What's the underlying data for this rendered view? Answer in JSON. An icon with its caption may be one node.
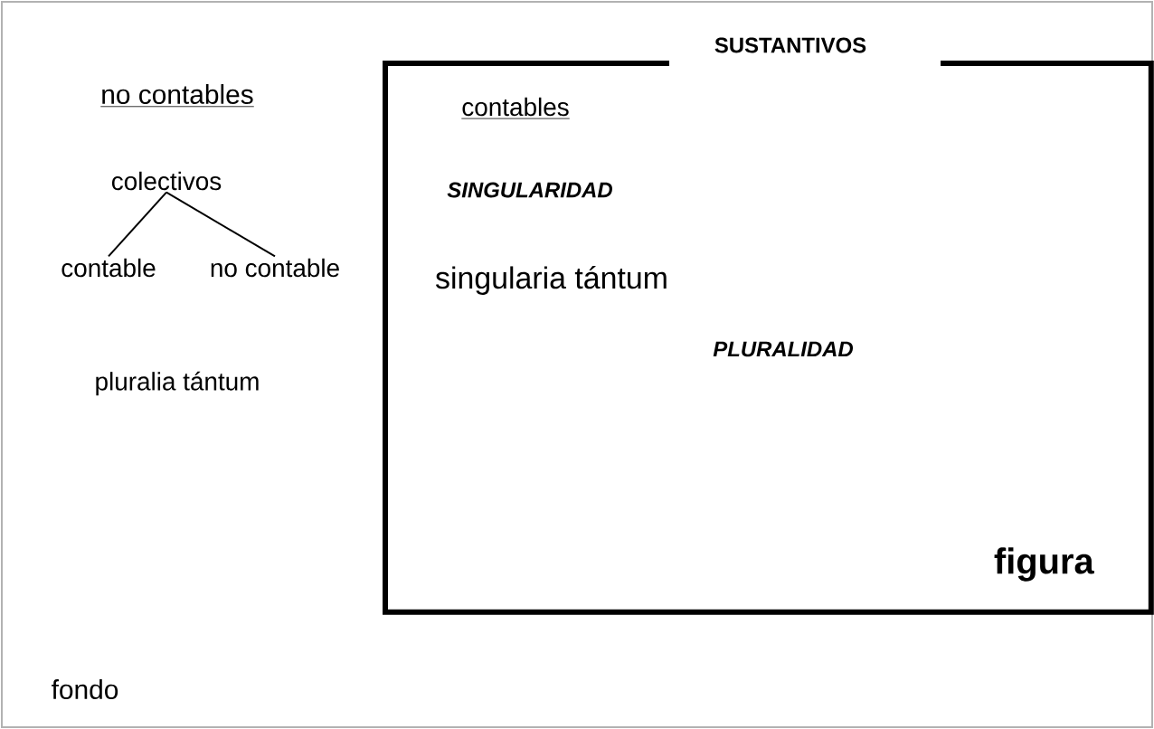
{
  "diagram": {
    "nodes": [
      {
        "text": [
          "SUSTANTIVOS",
          "figura"
        ]
      },
      {
        "text": [
          "colectivos"
        ]
      },
      {
        "text": [
          "contable"
        ]
      },
      {
        "text": [
          "no contable"
        ]
      }
    ],
    "edges": [
      {
        "from": 1,
        "to": 2,
        "arrow": "none"
      },
      {
        "from": 1,
        "to": 3,
        "arrow": "none"
      }
    ],
    "labels": [
      "no contables",
      "contables",
      "SINGULARIDAD",
      "singularia tántum",
      "PLURALIDAD",
      "pluralia tántum",
      "fondo"
    ]
  }
}
